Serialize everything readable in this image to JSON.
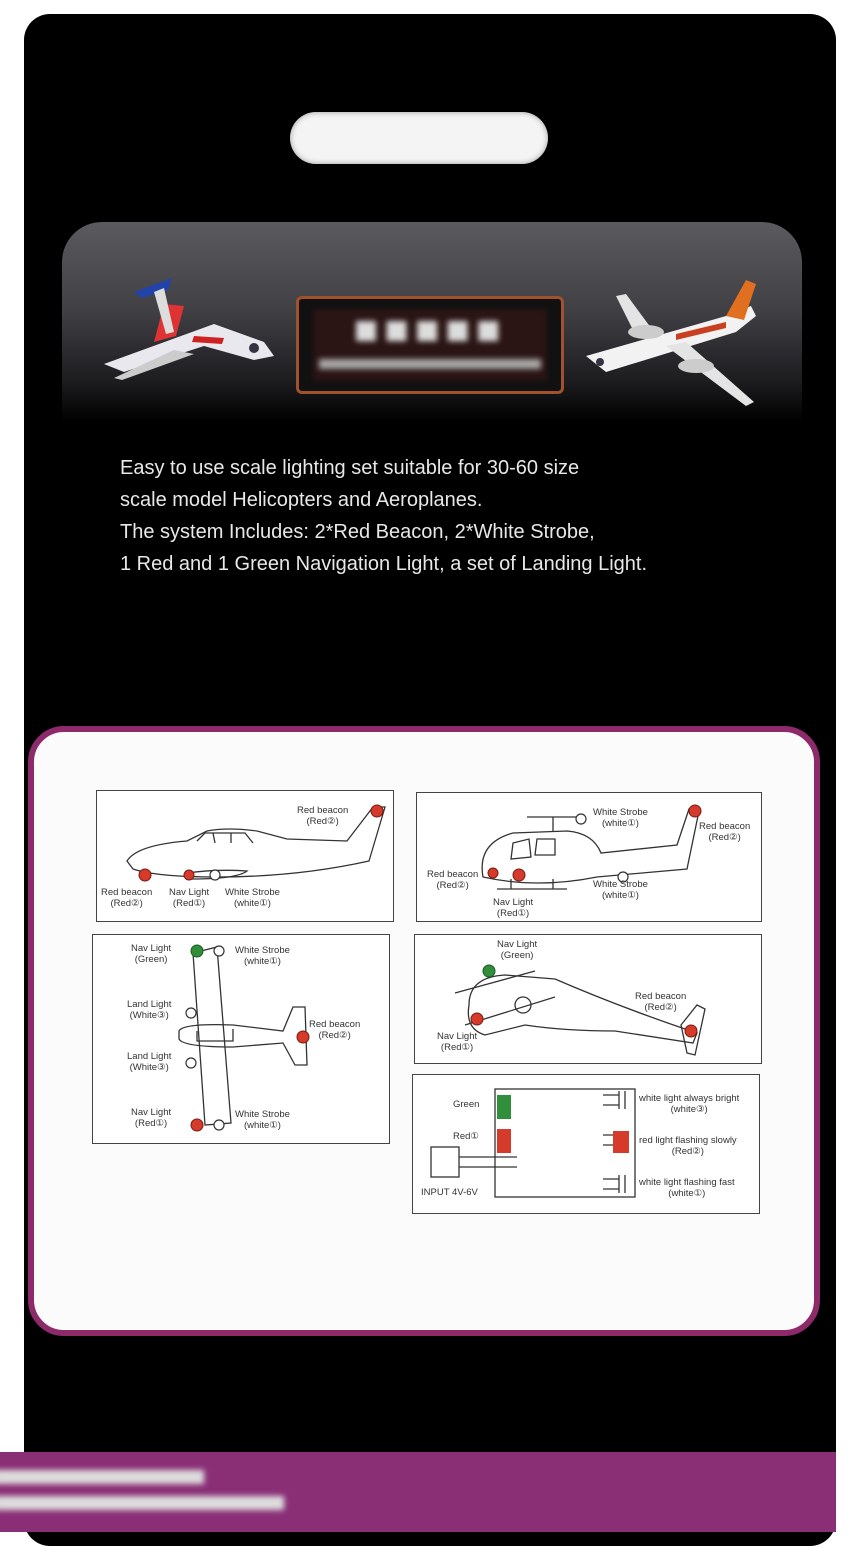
{
  "description": {
    "line1": "Easy to use scale lighting set suitable for 30-60 size",
    "line2": "scale model Helicopters and Aeroplanes.",
    "line3": "The system Includes: 2*Red Beacon, 2*White Strobe,",
    "line4": "1 Red and 1 Green Navigation Light, a set of Landing Light."
  },
  "diagram1": {
    "red_beacon_tail": "Red beacon",
    "red_beacon_tail_sub": "(Red②)",
    "red_beacon_belly": "Red beacon",
    "red_beacon_belly_sub": "(Red②)",
    "nav_light": "Nav Light",
    "nav_light_sub": "(Red①)",
    "white_strobe": "White Strobe",
    "white_strobe_sub": "(white①)"
  },
  "diagram2": {
    "white_strobe_top": "White Strobe",
    "white_strobe_top_sub": "(white①)",
    "red_beacon_tail": "Red beacon",
    "red_beacon_tail_sub": "(Red②)",
    "red_beacon_front": "Red beacon",
    "red_beacon_front_sub": "(Red②)",
    "white_strobe_bottom": "White Strobe",
    "white_strobe_bottom_sub": "(white①)",
    "nav_light": "Nav Light",
    "nav_light_sub": "(Red①)"
  },
  "diagram3": {
    "nav_green": "Nav Light",
    "nav_green_sub": "(Green)",
    "white_strobe_top": "White Strobe",
    "white_strobe_top_sub": "(white①)",
    "land_light_1": "Land Light",
    "land_light_1_sub": "(White③)",
    "land_light_2": "Land Light",
    "land_light_2_sub": "(White③)",
    "red_beacon": "Red beacon",
    "red_beacon_sub": "(Red②)",
    "nav_red": "Nav Light",
    "nav_red_sub": "(Red①)",
    "white_strobe_bottom": "White Strobe",
    "white_strobe_bottom_sub": "(white①)"
  },
  "diagram4": {
    "nav_green": "Nav Light",
    "nav_green_sub": "(Green)",
    "red_beacon": "Red beacon",
    "red_beacon_sub": "(Red②)",
    "nav_red": "Nav Light",
    "nav_red_sub": "(Red①)"
  },
  "diagram5": {
    "green": "Green",
    "red": "Red①",
    "input": "INPUT 4V-6V",
    "out1": "white light always bright",
    "out1_sub": "(white③)",
    "out2": "red light flashing slowly",
    "out2_sub": "(Red②)",
    "out3": "white light flashing fast",
    "out3_sub": "(white①)"
  },
  "colors": {
    "card": "#000000",
    "panel_border": "#8c2a6a",
    "footer": "#8a2f76",
    "light_red": "#d63a2a",
    "light_green": "#2f8f3a"
  }
}
